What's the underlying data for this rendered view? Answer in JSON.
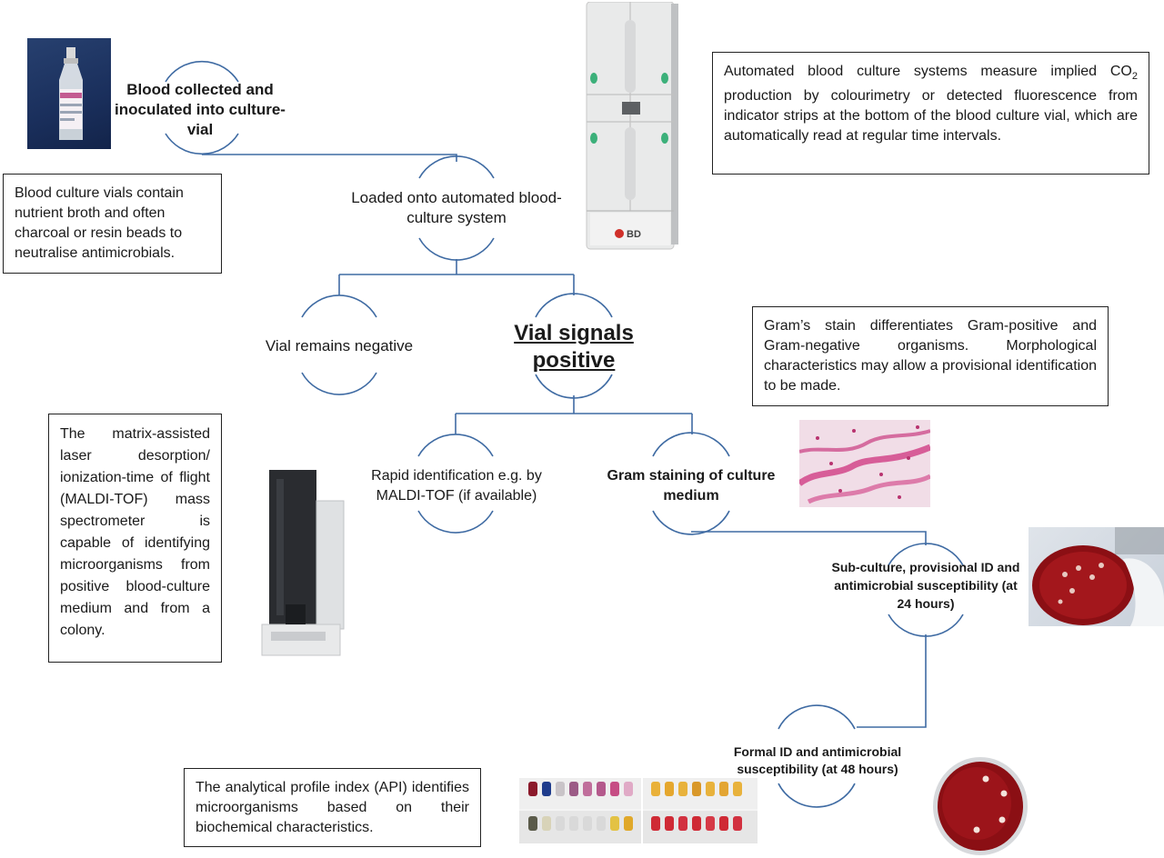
{
  "steps": {
    "collected": "Blood collected and inoculated into culture-vial",
    "loaded": "Loaded onto automated blood-culture system",
    "negative": "Vial remains negative",
    "positive": "Vial signals positive",
    "rapid_id": "Rapid identification e.g. by MALDI-TOF (if available)",
    "gram": "Gram staining of culture medium",
    "subculture": "Sub-culture, provisional ID and antimicrobial susceptibility (at 24 hours)",
    "formal": "Formal ID and antimicrobial susceptibility (at 48 hours)"
  },
  "notes": {
    "vials_broth": "Blood culture vials contain nutrient broth and often charcoal or resin beads to neutralise antimicrobials.",
    "automated_prefix": "Automated blood culture systems measure implied CO",
    "automated_sub": "2",
    "automated_suffix": " production by colourimetry or detected fluorescence from indicator strips at the bottom of the blood culture vial, which are automatically read at regular time intervals.",
    "gram_stain": "Gram’s stain differentiates Gram-positive and Gram-negative organisms. Morphological characteristics may allow a provisional identification to be made.",
    "maldi": "The matrix-assisted laser desorption/ ionization-time of flight (MALDI-TOF) mass spectrometer is capable of identifying microorganisms from positive blood-culture medium and from a colony.",
    "api": "The analytical profile index (API) identifies microorganisms based on their biochemical characteristics."
  },
  "instrument_logo": "BD",
  "colors": {
    "connector": "#3f6ba3",
    "box_border": "#222222",
    "agar_red": "#8b0f14",
    "gram_pink": "#d2478a"
  }
}
